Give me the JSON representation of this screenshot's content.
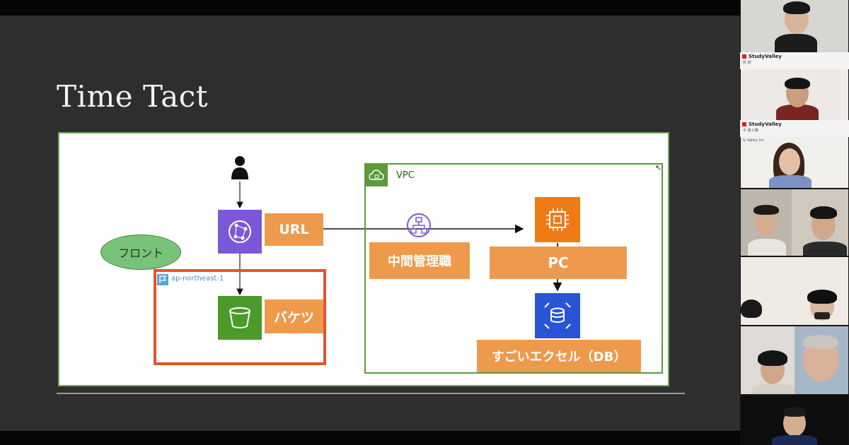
{
  "slide": {
    "title": "Time Tact"
  },
  "diagram": {
    "front_label": "フロント",
    "region_label": "ap-northeast-1",
    "url_label": "URL",
    "bucket_label": "バケツ",
    "vpc_label": "VPC",
    "middle_label": "中間管理職",
    "pc_label": "PC",
    "db_label": "すごいエクセル（DB）",
    "icons": [
      "user-icon",
      "cloudfront-icon",
      "s3-bucket-icon",
      "elb-icon",
      "ec2-icon",
      "rds-icon",
      "vpc-cloud-icon",
      "region-flag-icon"
    ]
  },
  "participants": {
    "brand_name": "StudyValley",
    "brand_sub_1": "所 創",
    "brand_sub_2": "中 勇斗輝",
    "brand_sub_3": "ly Valley Inc.",
    "colors": {
      "accent": "#d22222"
    }
  },
  "colors": {
    "slide_bg": "#2e2e2e",
    "orange_box": "#ee9a4c",
    "region_border": "#e5532d",
    "vpc_border": "#5a9b3c",
    "front_oval": "#78c27a"
  }
}
